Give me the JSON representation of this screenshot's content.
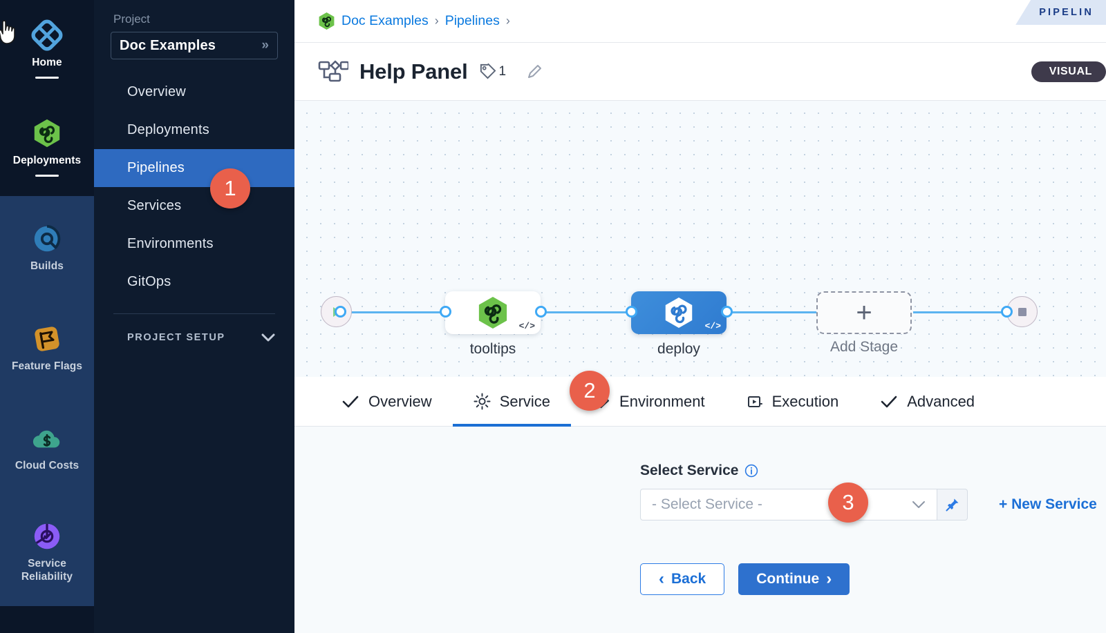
{
  "rail": {
    "items": [
      {
        "label": "Home",
        "icon": "home-diamond-icon",
        "state": "dark",
        "active": true
      },
      {
        "label": "Deployments",
        "icon": "deployments-hexagon-icon",
        "state": "dark",
        "active": true
      },
      {
        "label": "Builds",
        "icon": "builds-icon",
        "state": "lit",
        "active": false
      },
      {
        "label": "Feature Flags",
        "icon": "feature-flags-icon",
        "state": "lit",
        "active": false
      },
      {
        "label": "Cloud Costs",
        "icon": "cloud-costs-icon",
        "state": "lit",
        "active": false
      },
      {
        "label": "Service Reliability",
        "icon": "service-reliability-icon",
        "state": "lit",
        "active": false
      }
    ]
  },
  "project_nav": {
    "section_label": "Project",
    "project_name": "Doc Examples",
    "expand_icon": "»",
    "items": [
      {
        "label": "Overview",
        "active": false
      },
      {
        "label": "Deployments",
        "active": false
      },
      {
        "label": "Pipelines",
        "active": true
      },
      {
        "label": "Services",
        "active": false
      },
      {
        "label": "Environments",
        "active": false
      },
      {
        "label": "GitOps",
        "active": false
      }
    ],
    "setup_label": "PROJECT SETUP"
  },
  "breadcrumb": {
    "items": [
      "Doc Examples",
      "Pipelines"
    ],
    "separator": "›",
    "trailing_separator": "›"
  },
  "ribbon": {
    "text": "PIPELIN"
  },
  "header": {
    "title": "Help Panel",
    "tag_count": "1",
    "edit_icon": "pencil-icon",
    "pipeline_icon": "pipeline-flow-icon",
    "mode_pill": "VISUAL"
  },
  "canvas": {
    "stages": [
      {
        "name": "tooltips",
        "type": "white",
        "code_badge": "</>"
      },
      {
        "name": "deploy",
        "type": "blue",
        "code_badge": "</>"
      },
      {
        "name": "Add Stage",
        "type": "add",
        "plus": "+"
      }
    ],
    "start_icon": "play-icon",
    "end_icon": "stop-icon"
  },
  "tabs": [
    {
      "label": "Overview",
      "icon": "check-icon",
      "active": false
    },
    {
      "label": "Service",
      "icon": "gear-icon",
      "active": true
    },
    {
      "label": "Environment",
      "icon": "layers-diamond-icon",
      "active": false
    },
    {
      "label": "Execution",
      "icon": "play-box-icon",
      "active": false
    },
    {
      "label": "Advanced",
      "icon": "check-icon",
      "active": false
    }
  ],
  "form": {
    "label": "Select Service",
    "info_icon": "info-icon",
    "select_placeholder": "- Select Service -",
    "chevron_icon": "chevron-down-icon",
    "pin_icon": "pin-icon",
    "new_service_link": "+ New Service",
    "back_button": "Back",
    "back_chevron": "‹",
    "continue_button": "Continue",
    "continue_chevron": "›"
  },
  "steps": [
    {
      "number": "1"
    },
    {
      "number": "2"
    },
    {
      "number": "3"
    }
  ],
  "colors": {
    "accent_blue": "#2E71CE",
    "link_blue": "#0A79DF",
    "step_badge": "#E9604B",
    "rail_dark": "#0B1628",
    "rail_lit": "#1F3A63",
    "nav_bg": "#0E1B2E",
    "nav_active": "#2E6AC0",
    "canvas_bg": "#F6FAFD",
    "pipe_line": "#5BB3F0"
  }
}
